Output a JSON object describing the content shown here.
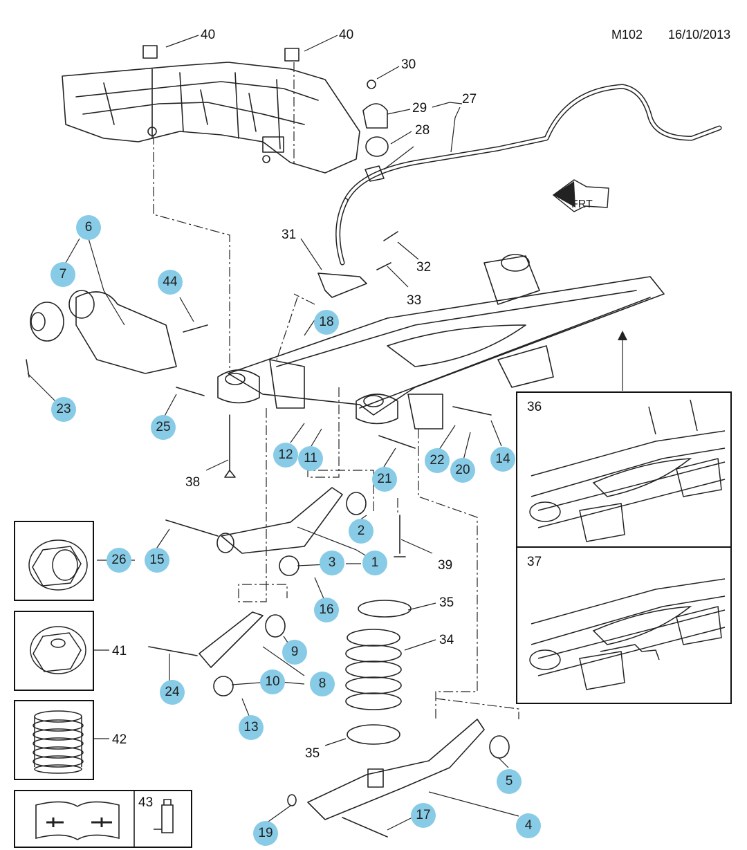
{
  "header": {
    "page_code": "M102",
    "date": "16/10/2013"
  },
  "front_marker_text": "FRT",
  "plain_callouts": [
    "40",
    "40",
    "30",
    "29",
    "27",
    "28",
    "31",
    "32",
    "33",
    "38",
    "39",
    "35",
    "34",
    "35"
  ],
  "blue_callouts": [
    "6",
    "7",
    "44",
    "18",
    "23",
    "25",
    "12",
    "11",
    "21",
    "22",
    "20",
    "14",
    "2",
    "15",
    "3",
    "1",
    "16",
    "26",
    "9",
    "24",
    "10",
    "8",
    "13",
    "5",
    "17",
    "19",
    "4"
  ],
  "insets": {
    "upper": "36",
    "lower": "37"
  },
  "side_boxes": {
    "box_26": "26",
    "box_41": "41",
    "box_42": "42",
    "box_43": "43"
  }
}
